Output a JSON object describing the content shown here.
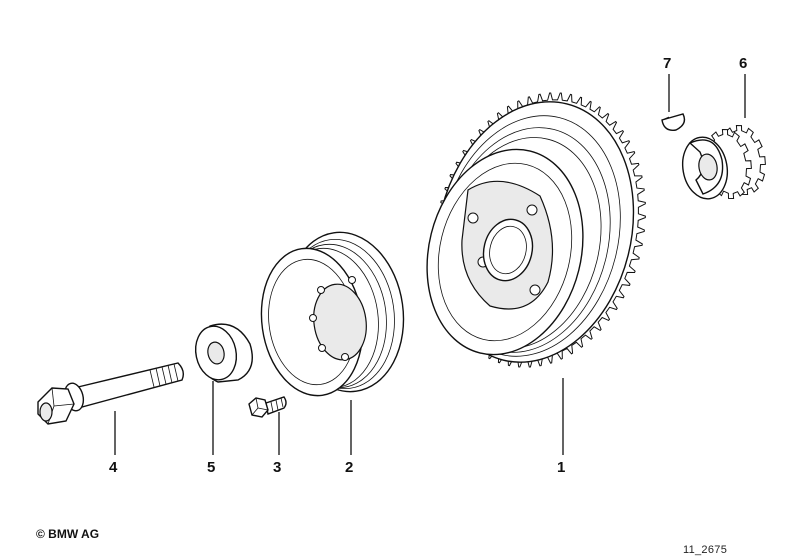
{
  "diagram": {
    "callouts": [
      {
        "id": "1",
        "label": "1"
      },
      {
        "id": "2",
        "label": "2"
      },
      {
        "id": "3",
        "label": "3"
      },
      {
        "id": "4",
        "label": "4"
      },
      {
        "id": "5",
        "label": "5"
      },
      {
        "id": "6",
        "label": "6"
      },
      {
        "id": "7",
        "label": "7"
      }
    ],
    "copyright": "© BMW AG",
    "reference_number": "11_2675"
  }
}
